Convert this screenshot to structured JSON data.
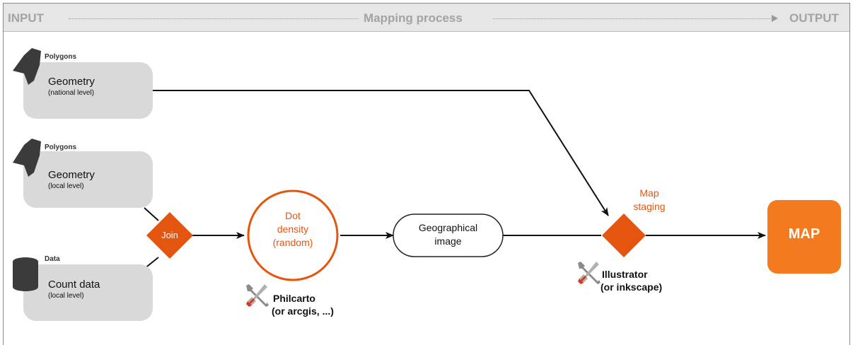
{
  "header": {
    "input": "INPUT",
    "process": "Mapping process",
    "output": "OUTPUT"
  },
  "inputs": [
    {
      "tag": "Polygons",
      "title": "Geometry",
      "subtitle": "(national level)",
      "icon": "polygon-shape-icon"
    },
    {
      "tag": "Polygons",
      "title": "Geometry",
      "subtitle": "(local level)",
      "icon": "polygon-shape-icon"
    },
    {
      "tag": "Data",
      "title": "Count data",
      "subtitle": "(local level)",
      "icon": "database-cylinder-icon"
    }
  ],
  "join": {
    "label": "Join"
  },
  "dot_density": {
    "line1": "Dot",
    "line2": "density",
    "line3": "(random)"
  },
  "geo_image": {
    "line1": "Geographical",
    "line2": "image"
  },
  "map_staging": {
    "line1": "Map",
    "line2": "staging"
  },
  "map": {
    "label": "MAP"
  },
  "tools": [
    {
      "line1": "Philcarto",
      "line2": "(or arcgis, ...)",
      "icon": "tools-icon"
    },
    {
      "line1": "Illustrator",
      "line2": "(or inkscape)",
      "icon": "tools-icon"
    }
  ],
  "colors": {
    "accent": "#e4550f",
    "map_fill": "#f47a20",
    "input_box": "#d9d9d9",
    "header_bg": "#e6e6e6"
  }
}
